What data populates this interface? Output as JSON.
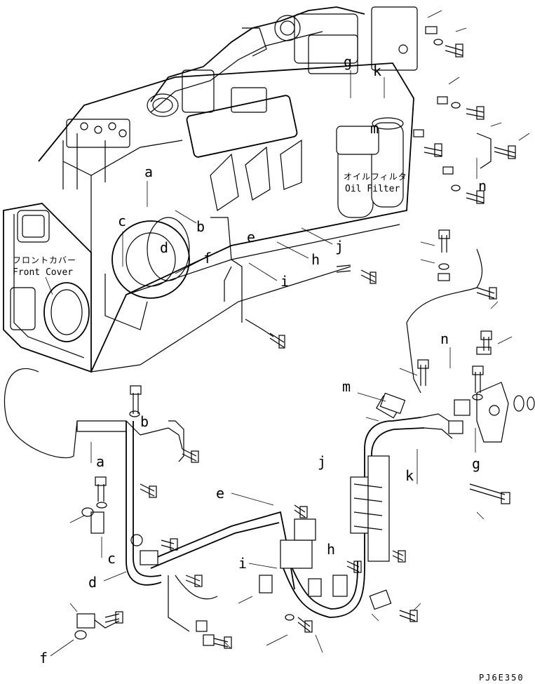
{
  "labels": {
    "front_cover_jp": "フロントカバー",
    "front_cover_en": "Front Cover",
    "oil_filter_jp": "オイルフィルタ",
    "oil_filter_en": "Oil Filter",
    "drawing_code": "PJ6E350"
  },
  "callouts": {
    "a_top": "a",
    "b_top": "b",
    "c_top": "c",
    "d_top": "d",
    "e_top": "e",
    "f_top": "f",
    "g_top": "g",
    "h_top": "h",
    "i_top": "i",
    "j_top": "j",
    "k_top": "k",
    "m_top": "m",
    "n_top": "n",
    "a_low": "a",
    "b_low": "b",
    "c_low": "c",
    "d_low": "d",
    "e_low": "e",
    "f_low": "f",
    "g_low": "g",
    "h_low": "h",
    "i_low": "i",
    "j_low": "j",
    "k_low": "k",
    "m_low": "m",
    "n_low": "n"
  }
}
